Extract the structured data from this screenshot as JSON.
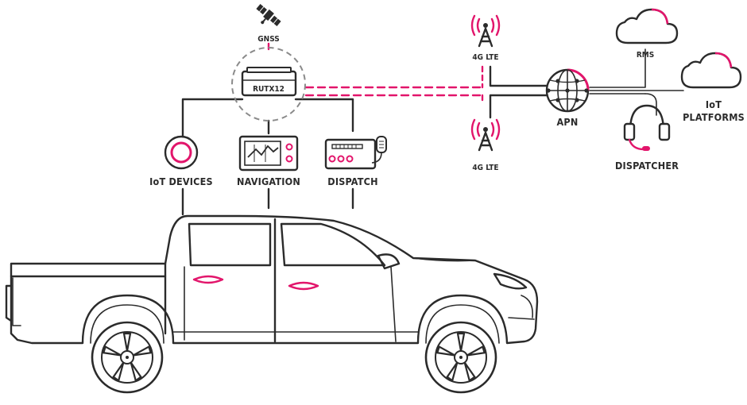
{
  "colors": {
    "accent": "#e2156b",
    "line": "#2b2b2b",
    "background": "#ffffff"
  },
  "nodes": {
    "gnss": "GNSS",
    "router": "RUTX12",
    "iot_devices": "IoT DEVICES",
    "navigation": "NAVIGATION",
    "dispatch": "DISPATCH",
    "lte_top": "4G LTE",
    "lte_bottom": "4G LTE",
    "apn": "APN",
    "rms": "RMS",
    "iot_platforms_line1": "IoT",
    "iot_platforms_line2": "PLATFORMS",
    "dispatcher": "DISPATCHER"
  },
  "icons": [
    "satellite-icon",
    "router-icon",
    "iot-device-icon",
    "navigation-icon",
    "radio-icon",
    "cell-tower-icon",
    "globe-icon",
    "cloud-icon",
    "headset-icon",
    "pickup-truck-icon"
  ]
}
